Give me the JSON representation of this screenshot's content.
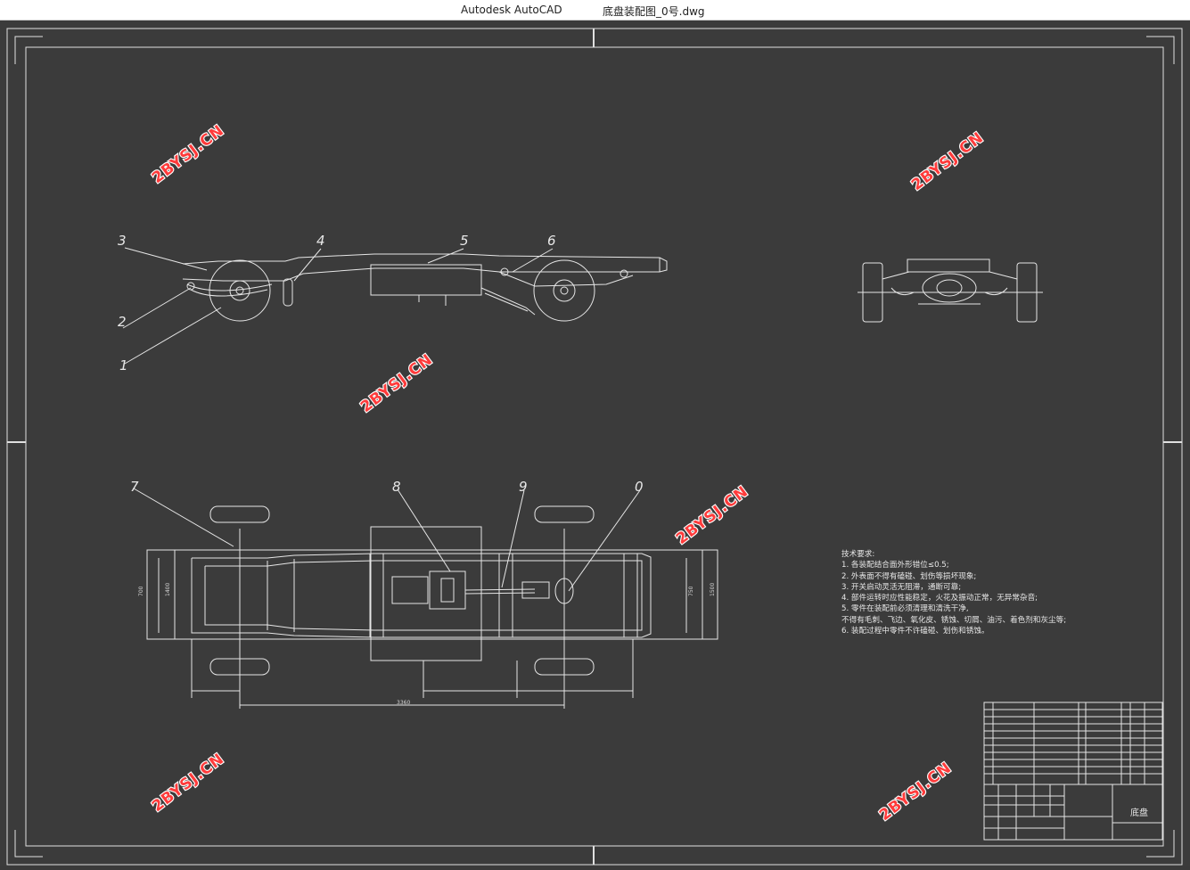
{
  "window": {
    "app_name": "Autodesk AutoCAD",
    "document_name": "底盘装配图_0号.dwg"
  },
  "watermark": "2BYSJ.CN",
  "balloons": [
    "3",
    "4",
    "5",
    "6",
    "2",
    "1",
    "7",
    "8",
    "9",
    "0"
  ],
  "dimensions": {
    "overall_length": "3360",
    "height_left": "700",
    "height_left2": "1400",
    "height_right": "750",
    "height_right2": "1500"
  },
  "tech_requirements": {
    "title": "技术要求:",
    "items": [
      "1. 各装配结合面外形错位≤0.5;",
      "2. 外表面不得有磕碰、划伤等损坏现象;",
      "3. 开关启动灵活无阻滞，通断可靠;",
      "4. 部件运转时应性能稳定，火花及振动正常，无异常杂音;",
      "5. 零件在装配前必须清理和清洗干净,",
      "不得有毛刺、飞边、氧化皮、锈蚀、切屑、油污、着色剂和灰尘等;",
      "6. 装配过程中零件不许磕碰、划伤和锈蚀。"
    ]
  },
  "title_block": {
    "drawing_name": "底盘"
  },
  "colors": {
    "background": "#3b3b3b",
    "lines": "#e0e0e0",
    "watermark_fill": "#ff3b3b",
    "watermark_stroke": "#ffffff"
  }
}
